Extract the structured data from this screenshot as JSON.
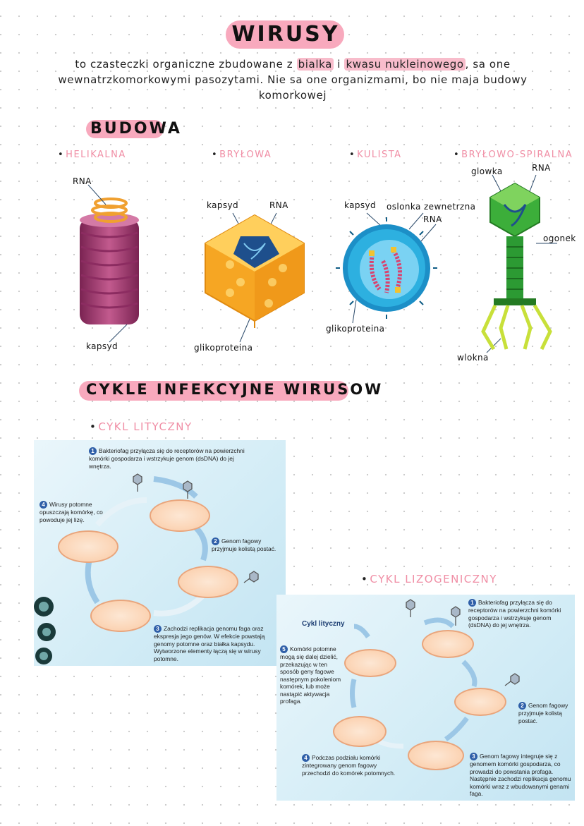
{
  "title": "WIRUSY",
  "intro": {
    "part1": "to czasteczki organiczne zbudowane z ",
    "hl1": "bialka",
    "part2": " i ",
    "hl2": "kwasu nukleinowego",
    "part3": ", sa one wewnatrzkomorkowymi pasozytami. Nie sa one organizmami, bo nie maja budowy komorkowej"
  },
  "budowa": {
    "heading": "BUDOWA",
    "types": [
      "HELIKALNA",
      "BRYŁOWA",
      "KULISTA",
      "BRYŁOWO-SPIRALNA"
    ],
    "labels": {
      "helical_rna": "RNA",
      "helical_kapsyd": "kapsyd",
      "bryl_kapsyd": "kapsyd",
      "bryl_rna": "RNA",
      "bryl_glikoproteina": "glikoproteina",
      "kul_kapsyd": "kapsyd",
      "kul_oslonka": "oslonka zewnetrzna",
      "kul_rna": "RNA",
      "kul_glikoproteina": "glikoproteina",
      "spir_glowka": "glowka",
      "spir_rna": "RNA",
      "spir_ogonek": "ogonek",
      "spir_wlokna": "wlokna"
    }
  },
  "cykle": {
    "heading": "CYKLE INFEKCYJNE WIRUSOW",
    "lytic_label": "CYKL LITYCZNY",
    "lyso_label": "CYKL LIZOGENICZNY",
    "lytic_steps": [
      {
        "n": "1",
        "text": "Bakteriofag przyłącza się do receptorów na powierzchni komórki gospodarza i wstrzykuje genom (dsDNA) do jej wnętrza."
      },
      {
        "n": "2",
        "text": "Genom fagowy przyjmuje kolistą postać."
      },
      {
        "n": "3",
        "text": "Zachodzi replikacja genomu faga oraz ekspresja jego genów. W efekcie powstają genomy potomne oraz białka kapsydu. Wytworzone elementy łączą się w wirusy potomne."
      },
      {
        "n": "4",
        "text": "Wirusy potomne opuszczają komórkę, co powoduje jej lizę."
      }
    ],
    "lyso_cykl_lityczny": "Cykl lityczny",
    "lyso_steps": [
      {
        "n": "1",
        "text": "Bakteriofag przyłącza się do receptorów na powierzchni komórki gospodarza i wstrzykuje genom (dsDNA) do jej wnętrza."
      },
      {
        "n": "2",
        "text": "Genom fagowy przyjmuje kolistą postać."
      },
      {
        "n": "3",
        "text": "Genom fagowy integruje się z genomem komórki gospodarza, co prowadzi do powstania profaga. Następnie zachodzi replikacja genomu komórki wraz z wbudowanymi genami faga."
      },
      {
        "n": "4",
        "text": "Podczas podziału komórki zintegrowany genom fagowy przechodzi do komórek potomnych."
      },
      {
        "n": "5",
        "text": "Komórki potomne mogą się dalej dzielić, przekazując w ten sposób geny fagowe następnym pokoleniom komórek, lub może nastąpić aktywacja profaga."
      }
    ]
  },
  "colors": {
    "pink": "#f8a9bd",
    "pink_text": "#f08ea5",
    "panel_blue": "#d2ecf6",
    "step_blue": "#2f5fa8"
  }
}
